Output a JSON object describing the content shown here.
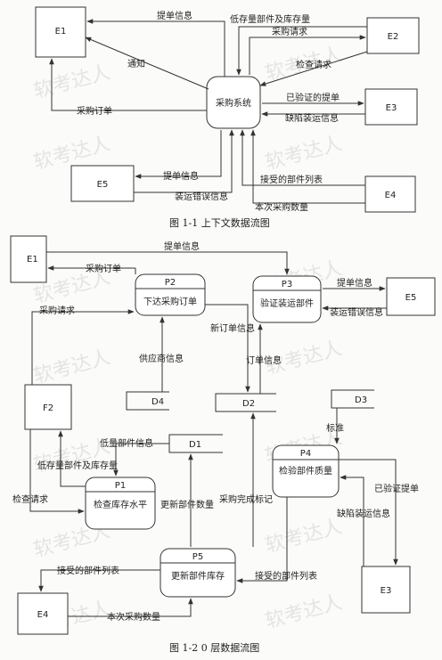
{
  "watermark": "软考达人",
  "fig1": {
    "caption": "图 1-1   上下文数据流图",
    "entities": {
      "e1": "E1",
      "e2": "E2",
      "e3": "E3",
      "e4": "E4",
      "e5": "E5"
    },
    "process": "采购系统",
    "flows": {
      "tidan_to_e1": "提单信息",
      "low_stock": "低存量部件及库存量",
      "purchase_request": "采购请求",
      "notify": "通知",
      "check_request": "检查请求",
      "verified_bill": "已验证的提单",
      "defect_info": "缺陷装运信息",
      "purchase_order": "采购订单",
      "tidan_from_e5": "提单信息",
      "ship_error": "装运错误信息",
      "accepted_parts": "接受的部件列表",
      "this_qty": "本次采购数量"
    }
  },
  "fig2": {
    "caption": "图 1-2   0 层数据流图",
    "entities": {
      "e1": "E1",
      "e2": "F2",
      "e3": "E3",
      "e4": "E4",
      "e5": "E5"
    },
    "stores": {
      "d1": "D1",
      "d2": "D2",
      "d3": "D3",
      "d4": "D4"
    },
    "processes": {
      "p1": {
        "id": "P1",
        "name": "检查库存水平"
      },
      "p2": {
        "id": "P2",
        "name": "下达采购订单"
      },
      "p3": {
        "id": "P3",
        "name": "验证装运部件"
      },
      "p4": {
        "id": "P4",
        "name": "检验部件质量"
      },
      "p5": {
        "id": "P5",
        "name": "更新部件库存"
      }
    },
    "flows": {
      "tidan_top": "提单信息",
      "purchase_order": "采购订单",
      "purchase_request": "采购请求",
      "tidan_p3_e5": "提单信息",
      "ship_error": "装运错误信息",
      "new_order": "新订单信息",
      "supplier": "供应商信息",
      "order_info": "订单信息",
      "standard": "标准",
      "low_parts": "低量部件信息",
      "low_stock": "低存量部件及库存量",
      "check_request": "检查请求",
      "update_qty": "更新部件数量",
      "purchase_done": "采购完成标记",
      "verified_bill": "已验证提单",
      "defect_info": "缺陷装运信息",
      "accepted_left": "接受的部件列表",
      "accepted_right": "接受的部件列表",
      "this_qty": "本次采购数量"
    }
  }
}
